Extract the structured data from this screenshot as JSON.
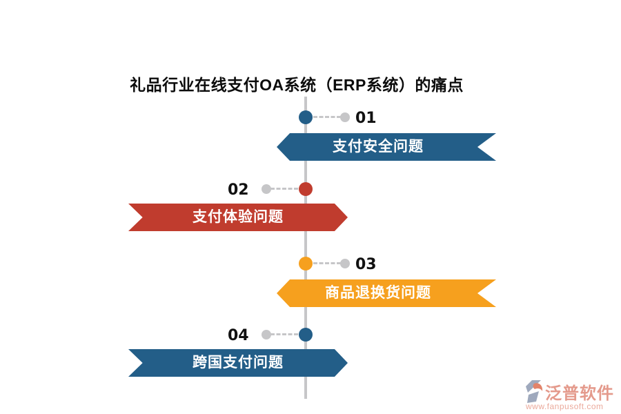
{
  "title": "礼品行业在线支付OA系统（ERP系统）的痛点",
  "colors": {
    "blue": "#235e88",
    "red": "#c03c2e",
    "orange": "#f6a01e",
    "timeline_gray": "#c6c6c8",
    "banner_text": "#ffffff"
  },
  "timeline": {
    "line_color": "#c6c6c8"
  },
  "items": [
    {
      "number": "01",
      "label": "支付安全问题",
      "color": "#235e88",
      "side": "right"
    },
    {
      "number": "02",
      "label": "支付体验问题",
      "color": "#c03c2e",
      "side": "left"
    },
    {
      "number": "03",
      "label": "商品退换货问题",
      "color": "#f6a01e",
      "side": "right"
    },
    {
      "number": "04",
      "label": "跨国支付问题",
      "color": "#235e88",
      "side": "left"
    }
  ],
  "watermark": {
    "brand": "泛普软件",
    "url": "www.fanpusoft.com",
    "brand_color": "#e49a8c",
    "url_color": "#eba99b",
    "icon_gray": "#9fa9bd",
    "icon_salmon": "#e2836a"
  }
}
